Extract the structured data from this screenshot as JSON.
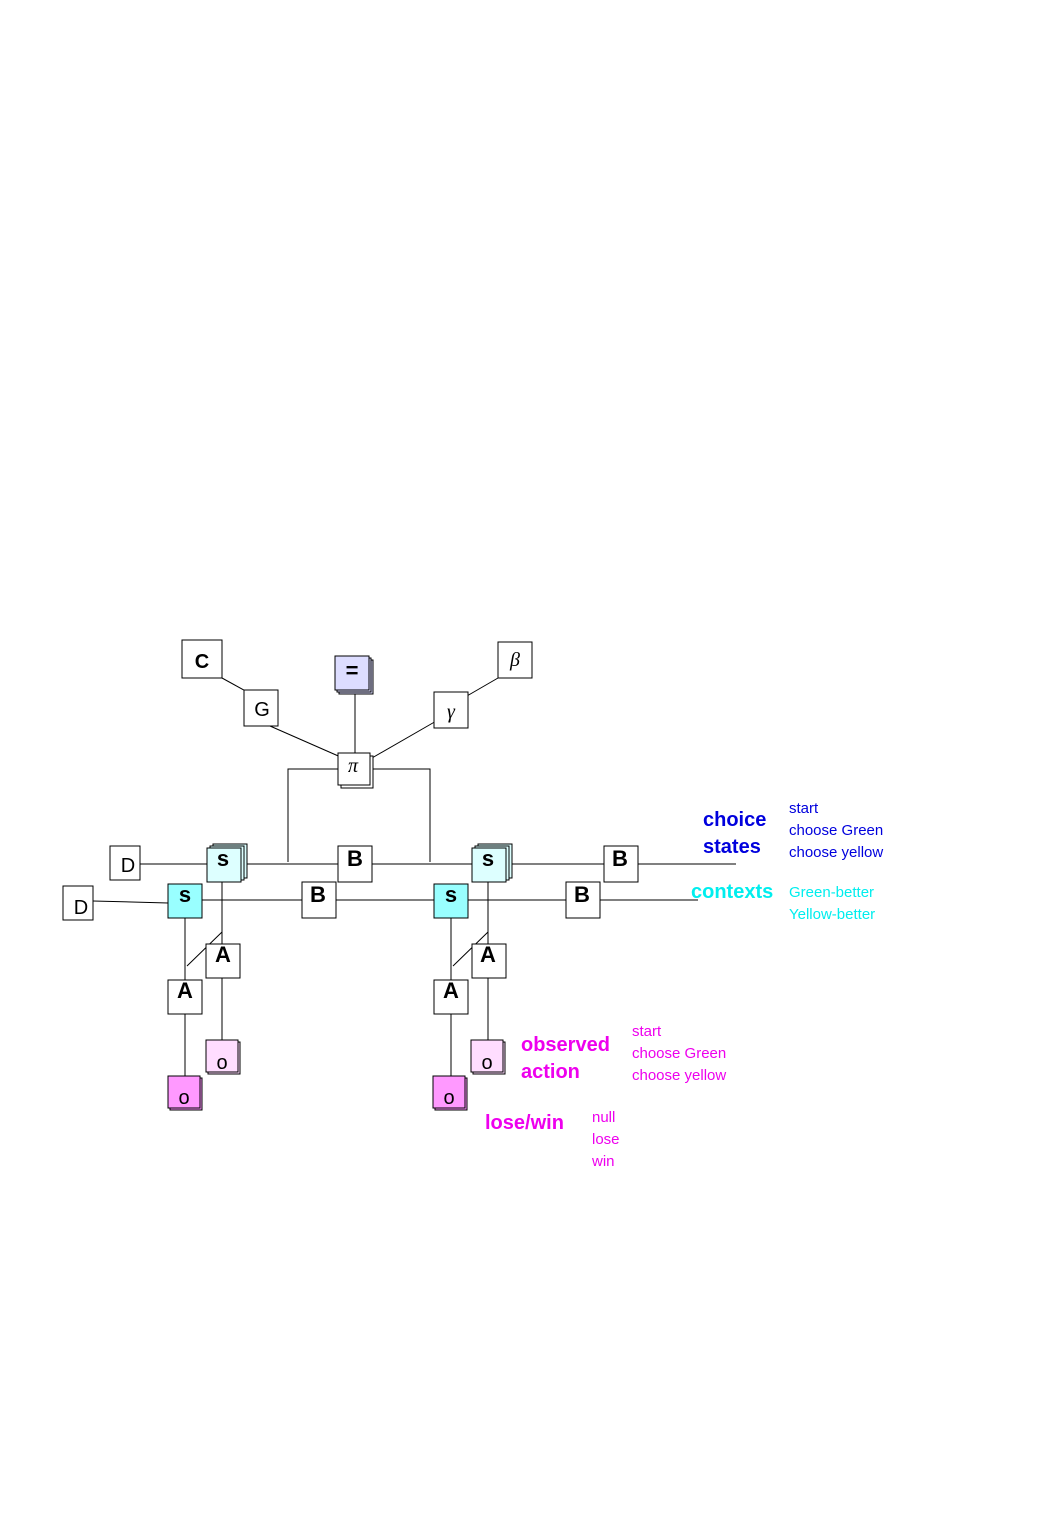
{
  "nodes": {
    "C": "C",
    "G": "G",
    "E": "=",
    "beta": "β",
    "gamma": "γ",
    "pi": "π",
    "D": "D",
    "s": "s",
    "B": "B",
    "A": "A",
    "o": "o"
  },
  "legend": {
    "choice_states": {
      "title_line1": "choice",
      "title_line2": "states",
      "items": [
        "start",
        "choose Green",
        "choose yellow"
      ],
      "color": "#0000dd"
    },
    "contexts": {
      "title": "contexts",
      "items": [
        "Green-better",
        "Yellow-better"
      ],
      "color": "#00eeee"
    },
    "observed_action": {
      "title_line1": "observed",
      "title_line2": "action",
      "items": [
        "start",
        "choose Green",
        "choose yellow"
      ],
      "color": "#ee00ee"
    },
    "lose_win": {
      "title": "lose/win",
      "items": [
        "null",
        "lose",
        "win"
      ],
      "color": "#ee00ee"
    }
  },
  "colors": {
    "s_front_fill": "#99ffff",
    "s_back_fill": "#ddffff",
    "o_front_fill": "#ff99ff",
    "o_back_fill": "#ffddff",
    "e_fill": "#ddddff"
  }
}
